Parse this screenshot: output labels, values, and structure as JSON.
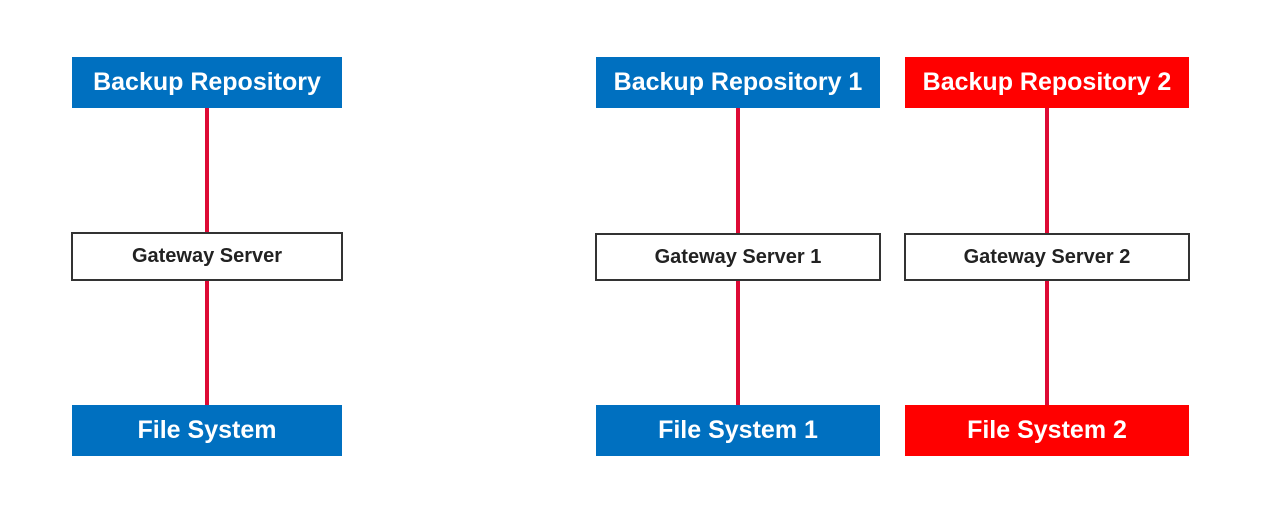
{
  "colors": {
    "blue": "#0070c0",
    "red": "#ff0000",
    "connector": "#dd0a35",
    "outline": "#333333"
  },
  "columns": [
    {
      "repository": "Backup Repository",
      "gateway": "Gateway Server",
      "filesystem": "File System",
      "fill": "blue"
    },
    {
      "repository": "Backup Repository 1",
      "gateway": "Gateway Server 1",
      "filesystem": "File System 1",
      "fill": "blue"
    },
    {
      "repository": "Backup Repository 2",
      "gateway": "Gateway Server 2",
      "filesystem": "File System 2",
      "fill": "red"
    }
  ]
}
